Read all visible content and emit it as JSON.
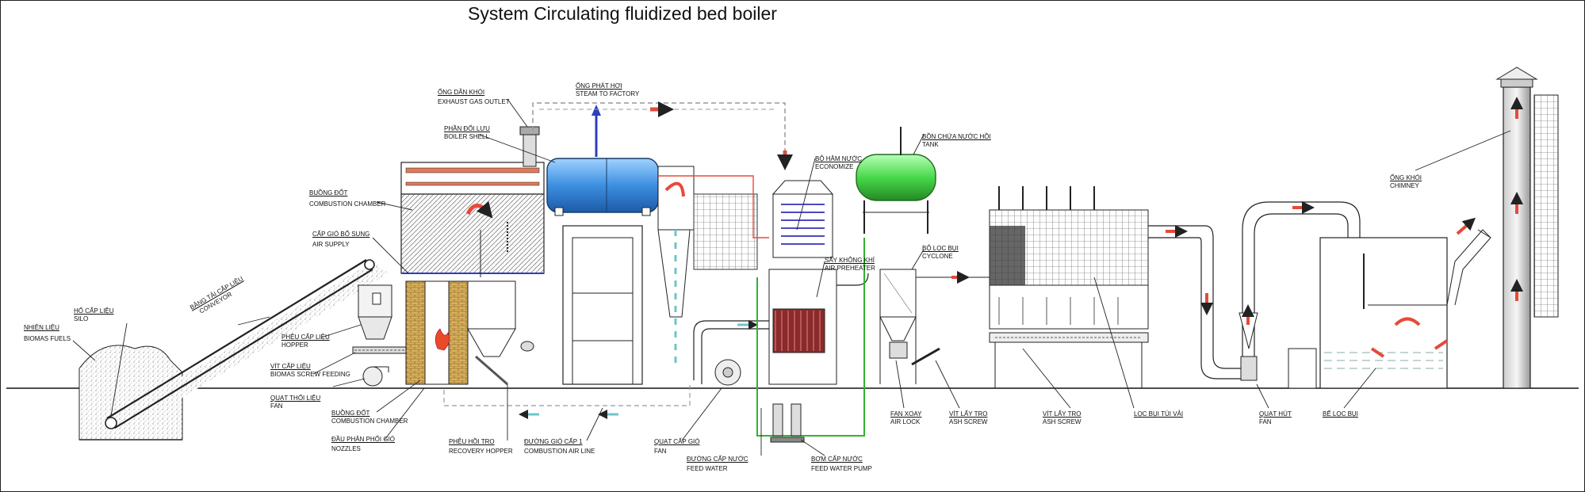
{
  "title": "System Circulating fluidized bed boiler",
  "colors": {
    "steam_drum": "#3d8fe0",
    "tank": "#49d84a",
    "flue_arrow": "#e64a3a",
    "air_line": "#6fc4c9",
    "feed_water_line": "#2fb52f",
    "steam_line": "#2b3fbf",
    "brick": "#d9b05c",
    "ash_duct": "#9fb6cc"
  },
  "labels": {
    "biomass_fuels": {
      "vn": "NHIÊN LIỆU",
      "en": "BIOMAS FUELS"
    },
    "silo": {
      "vn": "HỐ CẤP LIỆU",
      "en": "SILO"
    },
    "conveyor": {
      "vn": "BĂNG TẢI CẤP LIỆU",
      "en": "CONVEYOR"
    },
    "hopper": {
      "vn": "PHỄU CẤP LIỆU",
      "en": "HOPPER"
    },
    "screw_feeding": {
      "vn": "VÍT CẤP LIỆU",
      "en": "BIOMAS SCREW FEEDING"
    },
    "fan_blower": {
      "vn": "QUẠT THỔI LIỆU",
      "en": "FAN"
    },
    "combustion_chamber_top": {
      "vn": "BUỒNG ĐỐT",
      "en": "COMBUSTION CHAMBER"
    },
    "air_supply": {
      "vn": "CẤP GIÓ BỔ SUNG",
      "en": "AIR SUPPLY"
    },
    "combustion_chamber_bottom": {
      "vn": "BUỒNG ĐỐT",
      "en": "COMBUSTION CHAMBER"
    },
    "nozzles": {
      "vn": "ĐẦU PHÂN PHỐI GIÓ",
      "en": "NOZZLES"
    },
    "exhaust_gas_outlet": {
      "vn": "ỐNG DẪN KHÓI",
      "en": "EXHAUST GAS OUTLET"
    },
    "boiler_shell": {
      "vn": "PHẦN ĐỐI LƯU",
      "en": "BOILER SHELL"
    },
    "steam_to_factory": {
      "vn": "ỐNG PHÁT HƠI",
      "en": "STEAM TO FACTORY"
    },
    "recovery_hopper": {
      "vn": "PHỄU HỒI TRO",
      "en": "RECOVERY HOPPER"
    },
    "combustion_air_line": {
      "vn": "ĐƯỜNG GIÓ CẤP 1",
      "en": "COMBUSTION AIR LINE"
    },
    "fan_supply": {
      "vn": "QUẠT CẤP GIÓ",
      "en": "FAN"
    },
    "economizer": {
      "vn": "BỘ HÂM NƯỚC",
      "en": "ECONOMIZE"
    },
    "air_preheater": {
      "vn": "SẤY KHÔNG KHÍ",
      "en": "AIR PREHEATER"
    },
    "feed_water": {
      "vn": "ĐƯỜNG CẤP NƯỚC",
      "en": "FEED WATER"
    },
    "feed_water_pump": {
      "vn": "BƠM CẤP NƯỚC",
      "en": "FEED WATER PUMP"
    },
    "tank": {
      "vn": "BỒN CHỨA NƯỚC HỒI",
      "en": "TANK"
    },
    "cyclone": {
      "vn": "BỘ LỌC BỤI",
      "en": "CYCLONE"
    },
    "air_lock": {
      "vn": "FAN XOAY",
      "en": "AIR LOCK"
    },
    "ash_screw_1": {
      "vn": "VÍT LẤY TRO",
      "en": "ASH SCREW"
    },
    "ash_screw_2": {
      "vn": "VÍT LẤY TRO",
      "en": "ASH SCREW"
    },
    "bag_filter": {
      "vn": "LỌC BỤI TÚI VẢI",
      "en": ""
    },
    "fan_suction": {
      "vn": "QUẠT HÚT",
      "en": "FAN"
    },
    "dust_filter_tank": {
      "vn": "BỂ LỌC BỤI",
      "en": ""
    },
    "chimney": {
      "vn": "ỐNG KHÓI",
      "en": "CHIMNEY"
    }
  }
}
